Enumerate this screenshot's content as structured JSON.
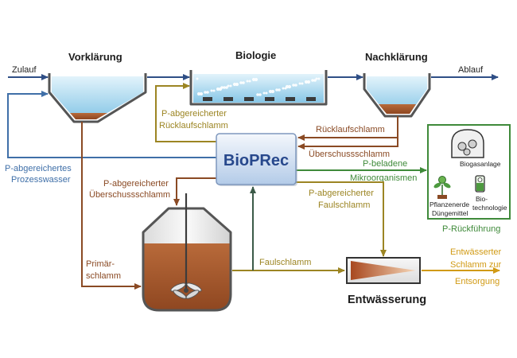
{
  "stages": {
    "vorklaerung": "Vorklärung",
    "biologie": "Biologie",
    "nachklaerung": "Nachklärung",
    "entwaesserung": "Entwässerung"
  },
  "bioprec": "BioPRec",
  "flows": {
    "zulauf": "Zulauf",
    "ablauf": "Ablauf",
    "prozesswasser": [
      "P-abgereichertes",
      "Prozesswasser"
    ],
    "p_ruecklaufschlamm": [
      "P-abgereicherter",
      "Rücklaufschlamm"
    ],
    "ruecklaufschlamm": "Rücklaufschlamm",
    "ueberschussschlamm": "Überschussschlamm",
    "p_beladene_mikroorganismen": [
      "P-beladene",
      "Mikroorganismen"
    ],
    "p_ueberschussschlamm": [
      "P-abgereicherter",
      "Überschussschlamm"
    ],
    "p_faulschlamm": [
      "P-abgereicherter",
      "Faulschlamm"
    ],
    "primaerschlamm": [
      "Primär-",
      "schlamm"
    ],
    "faulschlamm": "Faulschlamm",
    "entsorgung": [
      "Entwässerter",
      "Schlamm zur",
      "Entsorgung"
    ]
  },
  "p_rueckfuehrung": {
    "title": "P-Rückführung",
    "biogasanlage": "Biogasanlage",
    "pflanzenerde": [
      "Pflanzenerde",
      "Düngemittel"
    ],
    "biotechnologie": [
      "Bio-",
      "technologie"
    ],
    "icons": [
      "biogas-plant-icon",
      "plant-icon",
      "biotech-flask-icon"
    ]
  },
  "colors": {
    "water_flow": "#2f4f86",
    "process_water": "#3f6fa8",
    "olive": "#9c8523",
    "brown": "#8a4a24",
    "green": "#3f8a3a",
    "link": "#3b5a48",
    "disposal": "#d19a14",
    "bioprec_text": "#27488c",
    "sludge": "#a4552c"
  }
}
